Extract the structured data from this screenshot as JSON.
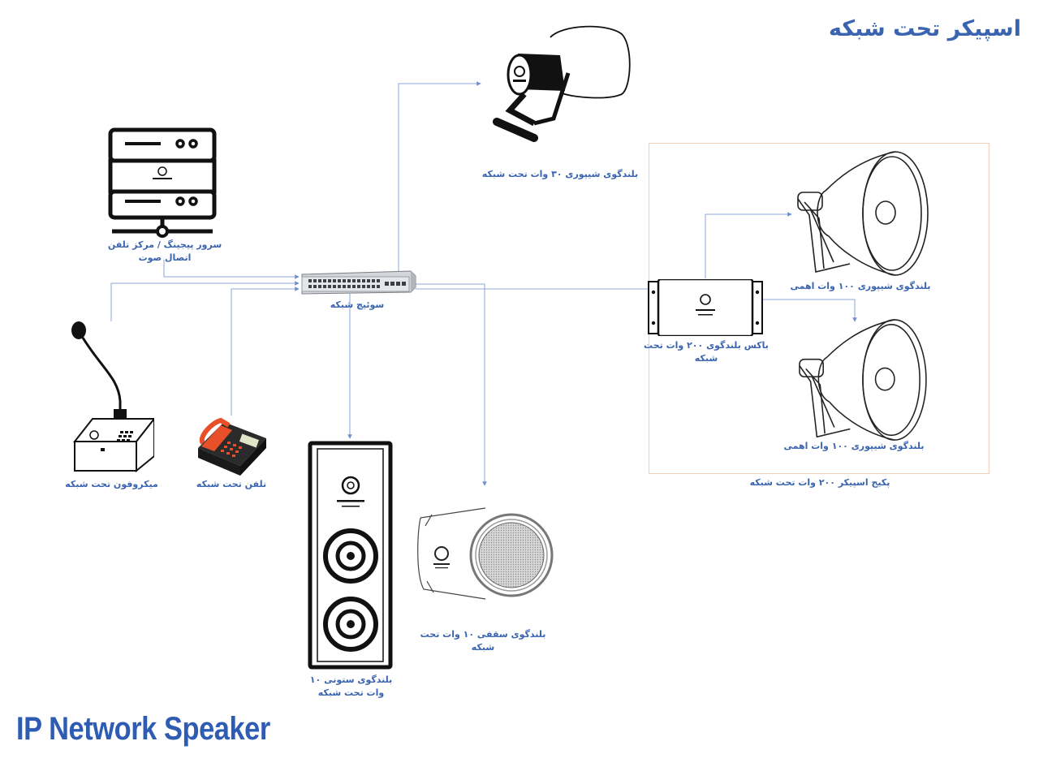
{
  "title_fa": "اسپیکر تحت شبکه",
  "title_en": "IP Network Speaker",
  "labels": {
    "server_line1": "سرور پیجینگ / مرکز تلفن",
    "server_line2": "اتصال صوت",
    "switch": "سوئیچ شبکه",
    "horn30": "بلندگوی شیپوری ۳۰ وات تحت شبکه",
    "box_line1": "باکس بلندگوی ۲۰۰ وات تحت",
    "box_line2": "شبکه",
    "horn100_top": "بلندگوی شیپوری ۱۰۰ وات اهمی",
    "horn100_bottom": "بلندگوی شیپوری ۱۰۰ وات اهمی",
    "package": "پکیج اسپیکر ۲۰۰ وات تحت شبکه",
    "microphone": "میکروفون تحت شبکه",
    "phone": "تلفن تحت شبکه",
    "column_line1": "بلندگوی ستونی ۱۰",
    "column_line2": "وات تحت شبکه",
    "ceiling": "بلندگوی سقفی ۱۰ وات تحت شبکه"
  },
  "colors": {
    "accent": "#3a64b0",
    "wire": "#6f8fd0",
    "package_border": "#f0cdb8",
    "phone": "#e8502a"
  },
  "icons": [
    "server-icon",
    "switch-icon",
    "horn-speaker-30w-icon",
    "speaker-box-icon",
    "horn-speaker-100w-icon",
    "microphone-icon",
    "ip-phone-icon",
    "column-speaker-icon",
    "ceiling-speaker-icon"
  ]
}
